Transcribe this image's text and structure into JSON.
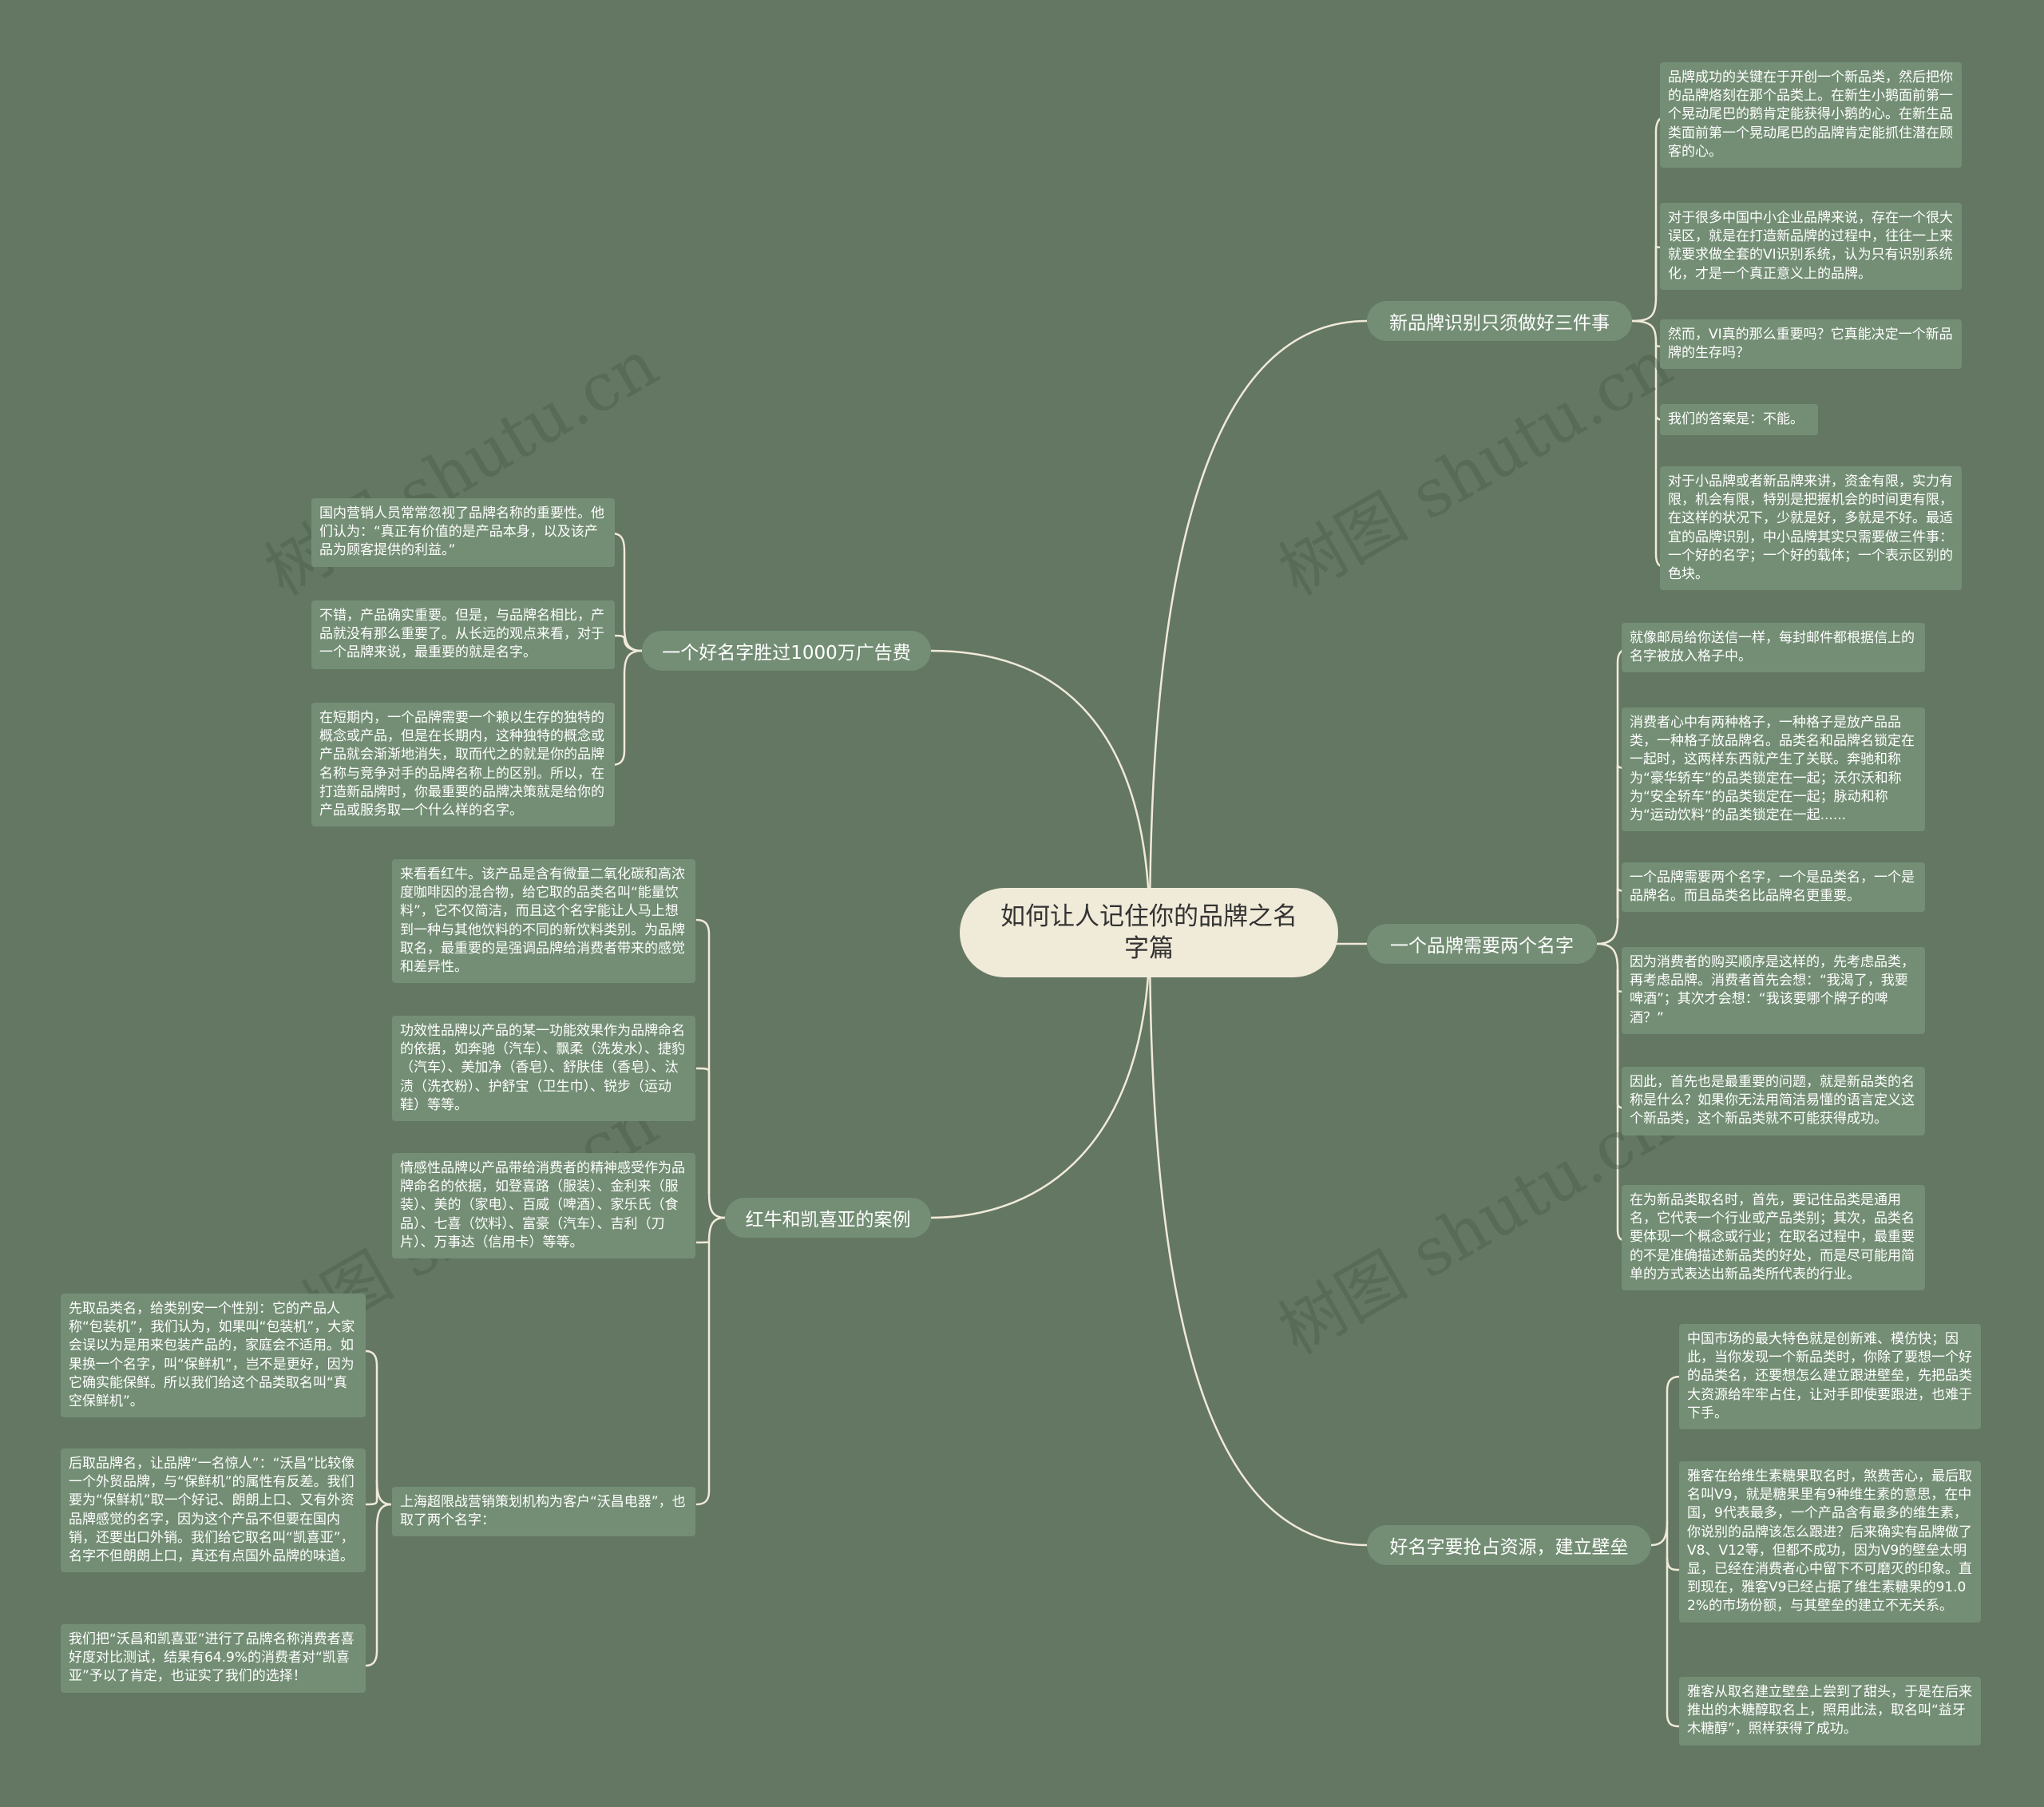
{
  "root": {
    "title": "如何让人记住你的品牌之名字篇"
  },
  "watermark": "树图 shutu.cn",
  "branches": {
    "b1": "新品牌识别只须做好三件事",
    "b2": "一个品牌需要两个名字",
    "b3": "好名字要抢占资源，建立壁垒",
    "b4": "一个好名字胜过1000万广告费",
    "b5": "红牛和凯喜亚的案例"
  },
  "leaves": {
    "r1": [
      "品牌成功的关键在于开创一个新品类，然后把你的品牌烙刻在那个品类上。在新生小鹅面前第一个晃动尾巴的鹅肯定能获得小鹅的心。在新生品类面前第一个晃动尾巴的品牌肯定能抓住潜在顾客的心。",
      "对于很多中国中小企业品牌来说，存在一个很大误区，就是在打造新品牌的过程中，往往一上来就要求做全套的VI识别系统，认为只有识别系统化，才是一个真正意义上的品牌。",
      "然而，VI真的那么重要吗？它真能决定一个新品牌的生存吗？",
      "我们的答案是：不能。",
      "对于小品牌或者新品牌来讲，资金有限，实力有限，机会有限，特别是把握机会的时间更有限，在这样的状况下，少就是好，多就是不好。最适宜的品牌识别，中小品牌其实只需要做三件事：一个好的名字；一个好的载体；一个表示区别的色块。"
    ],
    "r2": [
      "就像邮局给你送信一样，每封邮件都根据信上的名字被放入格子中。",
      "消费者心中有两种格子，一种格子是放产品品类，一种格子放品牌名。品类名和品牌名锁定在一起时，这两样东西就产生了关联。奔驰和称为“豪华轿车”的品类锁定在一起；沃尔沃和称为“安全轿车”的品类锁定在一起；脉动和称为“运动饮料”的品类锁定在一起......",
      "一个品牌需要两个名字，一个是品类名，一个是品牌名。而且品类名比品牌名更重要。",
      "因为消费者的购买顺序是这样的，先考虑品类，再考虑品牌。消费者首先会想：“我渴了，我要啤酒”；其次才会想：“我该要哪个牌子的啤酒？”",
      "因此，首先也是最重要的问题，就是新品类的名称是什么？如果你无法用简洁易懂的语言定义这个新品类，这个新品类就不可能获得成功。",
      "在为新品类取名时，首先，要记住品类是通用名，它代表一个行业或产品类别；其次，品类名要体现一个概念或行业；在取名过程中，最重要的不是准确描述新品类的好处，而是尽可能用简单的方式表达出新品类所代表的行业。"
    ],
    "r3": [
      "中国市场的最大特色就是创新难、模仿快；因此，当你发现一个新品类时，你除了要想一个好的品类名，还要想怎么建立跟进壁垒，先把品类大资源给牢牢占住，让对手即使要跟进，也难于下手。",
      "雅客在给维生素糖果取名时，煞费苦心，最后取名叫V9，就是糖果里有9种维生素的意思，在中国，9代表最多，一个产品含有最多的维生素，你说别的品牌该怎么跟进？后来确实有品牌做了V8、V12等，但都不成功，因为V9的壁垒太明显，已经在消费者心中留下不可磨灭的印象。直到现在，雅客V9已经占据了维生素糖果的91.02%的市场份额，与其壁垒的建立不无关系。",
      "雅客从取名建立壁垒上尝到了甜头，于是在后来推出的木糖醇取名上，照用此法，取名叫“益牙木糖醇”，照样获得了成功。"
    ],
    "l4": [
      "国内营销人员常常忽视了品牌名称的重要性。他们认为：“真正有价值的是产品本身，以及该产品为顾客提供的利益。”",
      "不错，产品确实重要。但是，与品牌名相比，产品就没有那么重要了。从长远的观点来看，对于一个品牌来说，最重要的就是名字。",
      "在短期内，一个品牌需要一个赖以生存的独特的概念或产品，但是在长期内，这种独特的概念或产品就会渐渐地消失，取而代之的就是你的品牌名称与竞争对手的品牌名称上的区别。所以，在打造新品牌时，你最重要的品牌决策就是给你的产品或服务取一个什么样的名字。"
    ],
    "l5": [
      "来看看红牛。该产品是含有微量二氧化碳和高浓度咖啡因的混合物，给它取的品类名叫“能量饮料”，它不仅简洁，而且这个名字能让人马上想到一种与其他饮料的不同的新饮料类别。为品牌取名，最重要的是强调品牌给消费者带来的感觉和差异性。",
      "功效性品牌以产品的某一功能效果作为品牌命名的依据，如奔驰（汽车）、飘柔（洗发水）、捷豹（汽车）、美加净（香皂）、舒肤佳（香皂）、汰渍（洗衣粉）、护舒宝（卫生巾）、锐步（运动鞋）等等。",
      "情感性品牌以产品带给消费者的精神感受作为品牌命名的依据，如登喜路（服装）、金利来（服装）、美的（家电）、百威（啤酒）、家乐氏（食品）、七喜（饮料）、富豪（汽车）、吉利（刀片）、万事达（信用卡）等等。",
      "上海超限战营销策划机构为客户“沃昌电器”，也取了两个名字："
    ],
    "l6": [
      "先取品类名，给类别安一个性别：它的产品人称“包装机”，我们认为，如果叫“包装机”，大家会误以为是用来包装产品的，家庭会不适用。如果换一个名字，叫“保鲜机”，岂不是更好，因为它确实能保鲜。所以我们给这个品类取名叫“真空保鲜机”。",
      "后取品牌名，让品牌“一名惊人”：“沃昌”比较像一个外贸品牌，与“保鲜机”的属性有反差。我们要为“保鲜机”取一个好记、朗朗上口、又有外资品牌感觉的名字，因为这个产品不但要在国内销，还要出口外销。我们给它取名叫“凯喜亚”，名字不但朗朗上口，真还有点国外品牌的味道。",
      "我们把“沃昌和凯喜亚”进行了品牌名称消费者喜好度对比测试，结果有64.9%的消费者对“凯喜亚”予以了肯定，也证实了我们的选择！"
    ]
  }
}
